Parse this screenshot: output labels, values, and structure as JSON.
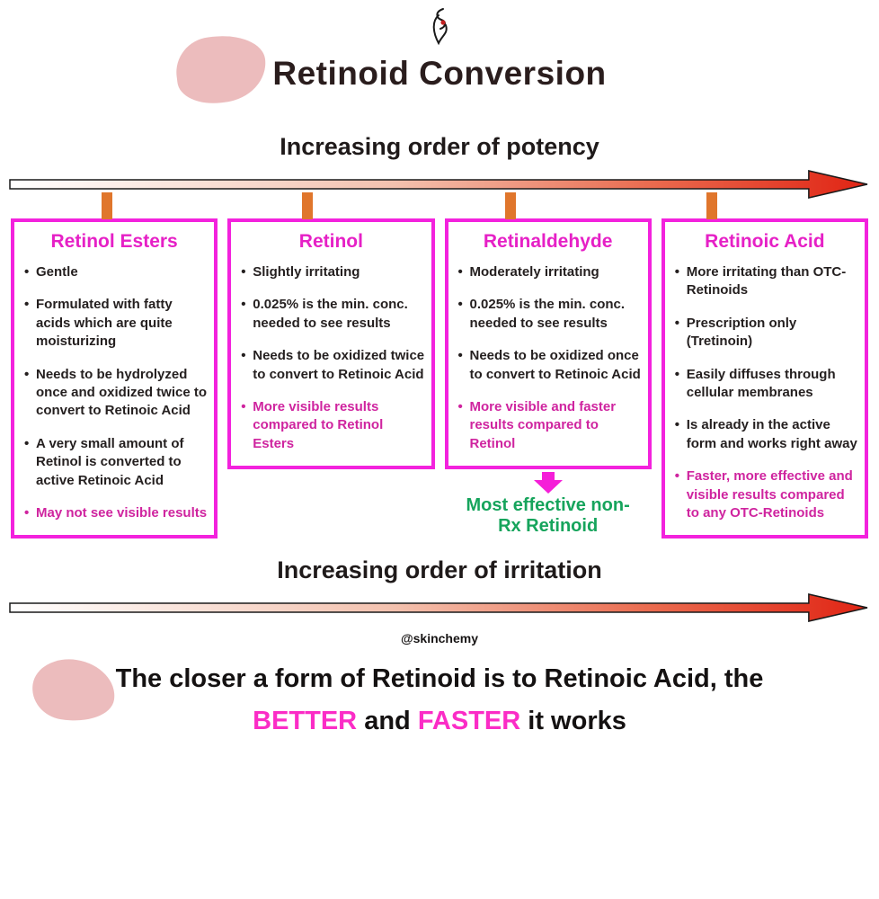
{
  "header": {
    "title": "Retinoid Conversion",
    "logo": "woman-silhouette-icon"
  },
  "potency": {
    "label": "Increasing order of potency"
  },
  "irritation": {
    "label": "Increasing order of irritation"
  },
  "credit": "@skinchemy",
  "boxes": [
    {
      "title": "Retinol Esters",
      "bullets": [
        {
          "text": "Gentle",
          "highlight": false
        },
        {
          "text": "Formulated with fatty acids which are quite moisturizing",
          "highlight": false
        },
        {
          "text": "Needs to be hydrolyzed once and oxidized twice to convert to Retinoic Acid",
          "highlight": false
        },
        {
          "text": "A very small amount of Retinol is converted to active Retinoic Acid",
          "highlight": false
        },
        {
          "text": "May not see visible results",
          "highlight": true
        }
      ]
    },
    {
      "title": "Retinol",
      "bullets": [
        {
          "text": "Slightly irritating",
          "highlight": false
        },
        {
          "text": "0.025% is the min. conc. needed to see results",
          "highlight": false
        },
        {
          "text": "Needs to be oxidized twice to convert to Retinoic Acid",
          "highlight": false
        },
        {
          "text": "More visible results compared to Retinol Esters",
          "highlight": true
        }
      ]
    },
    {
      "title": "Retinaldehyde",
      "bullets": [
        {
          "text": "Moderately irritating",
          "highlight": false
        },
        {
          "text": "0.025% is the min. conc. needed to see results",
          "highlight": false
        },
        {
          "text": "Needs to be oxidized once to convert to Retinoic Acid",
          "highlight": false
        },
        {
          "text": "More visible and faster results compared to Retinol",
          "highlight": true
        }
      ]
    },
    {
      "title": "Retinoic Acid",
      "bullets": [
        {
          "text": "More irritating than OTC-Retinoids",
          "highlight": false
        },
        {
          "text": "Prescription only (Tretinoin)",
          "highlight": false
        },
        {
          "text": "Easily diffuses through cellular membranes",
          "highlight": false
        },
        {
          "text": "Is already in the active form and works right away",
          "highlight": false
        },
        {
          "text": "Faster, more effective and visible results compared to any OTC-Retinoids",
          "highlight": true
        }
      ]
    }
  ],
  "callout": {
    "text": "Most effective non-Rx Retinoid"
  },
  "footer": {
    "line1": "The closer a form of Retinoid is to Retinoic Acid, the",
    "better": "BETTER",
    "and": "and",
    "faster": "FASTER",
    "rest": "it works"
  },
  "colors": {
    "box_border": "#f322dd",
    "box_title_magenta": "#e620c6",
    "highlight_magenta": "#cf249f",
    "callout_green": "#16a45c",
    "tick_orange": "#e0762c",
    "arrow_red": "#e02414",
    "footer_pink": "#fb2cc6",
    "brush_pink": "#ecbcbd"
  }
}
